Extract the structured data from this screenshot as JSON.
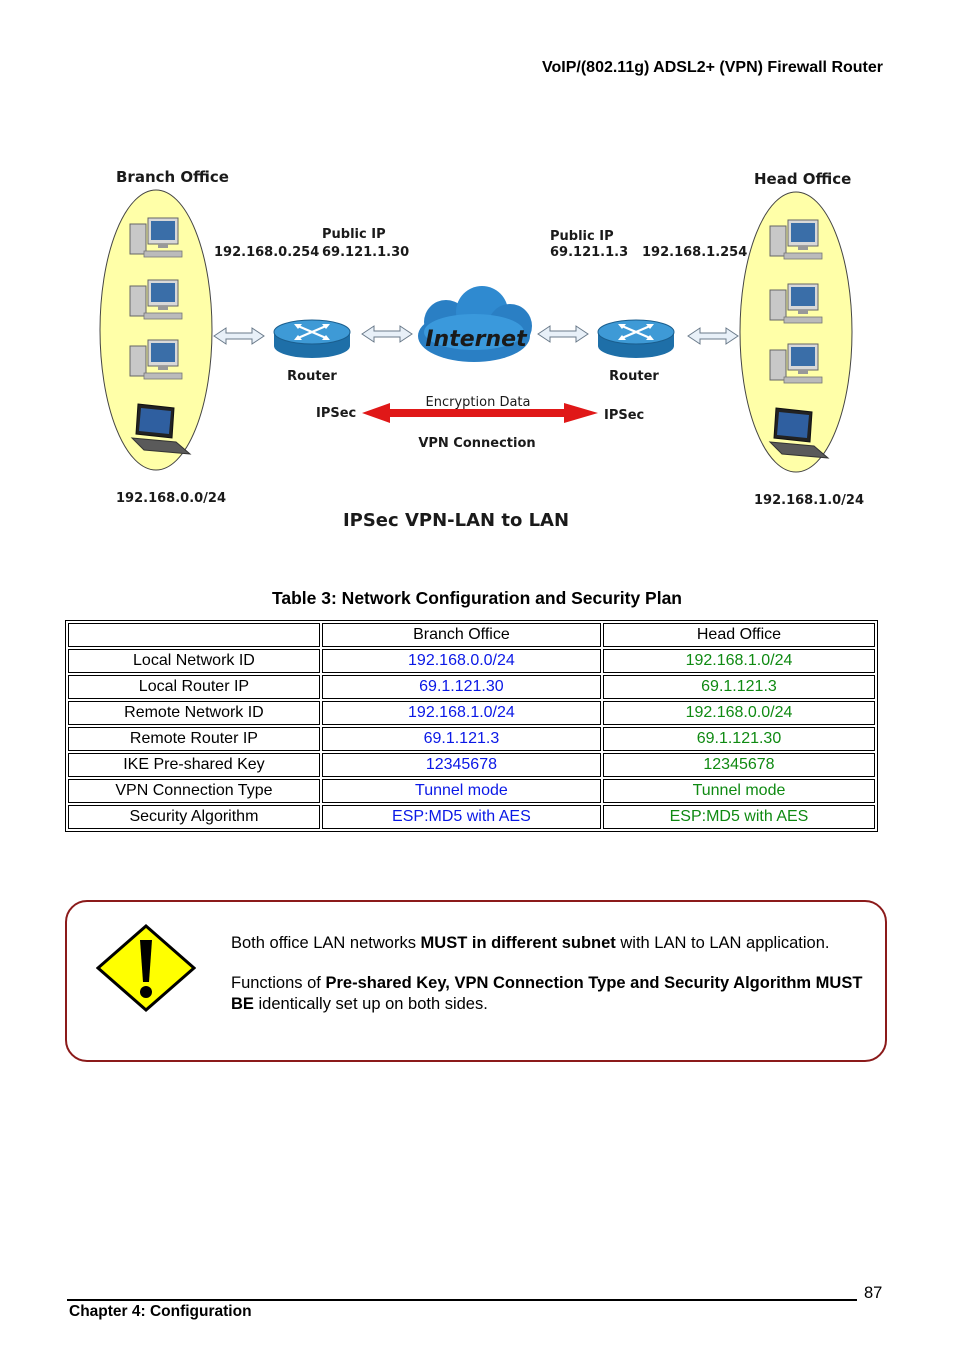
{
  "header": {
    "title": "VoIP/(802.11g) ADSL2+ (VPN) Firewall Router"
  },
  "diagram": {
    "branch_office": "Branch Office",
    "head_office": "Head Office",
    "branch_lan_ip": "192.168.0.254",
    "head_lan_ip": "192.168.1.254",
    "public_ip_label": "Public IP",
    "branch_public_ip": "69.121.1.30",
    "head_public_ip": "69.121.1.3",
    "router_label": "Router",
    "internet_label": "Internet",
    "ipsec_label": "IPSec",
    "encryption_label": "Encryption Data",
    "vpn_label": "VPN Connection",
    "branch_network": "192.168.0.0/24",
    "head_network": "192.168.1.0/24",
    "title": "IPSec VPN-LAN to LAN"
  },
  "table": {
    "caption": "Table 3: Network Configuration and Security Plan",
    "headers": [
      "",
      "Branch Office",
      "Head Office"
    ],
    "rows": [
      [
        "Local Network ID",
        "192.168.0.0/24",
        "192.168.1.0/24"
      ],
      [
        "Local Router IP",
        "69.1.121.30",
        "69.1.121.3"
      ],
      [
        "Remote Network ID",
        "192.168.1.0/24",
        "192.168.0.0/24"
      ],
      [
        "Remote Router IP",
        "69.1.121.3",
        "69.1.121.30"
      ],
      [
        "IKE Pre-shared Key",
        "12345678",
        "12345678"
      ],
      [
        "VPN Connection Type",
        "Tunnel mode",
        "Tunnel mode"
      ],
      [
        "Security Algorithm",
        "ESP:MD5 with AES",
        "ESP:MD5 with AES"
      ]
    ]
  },
  "note": {
    "p1_pre": "Both office LAN networks ",
    "p1_bold": "MUST in different subnet",
    "p1_post": " with LAN to LAN application.",
    "p2_pre": "Functions of ",
    "p2_bold": "Pre-shared Key, VPN Connection Type and Security Algorithm MUST BE",
    "p2_post": " identically set up on both sides.",
    "icon": "warning-icon"
  },
  "footer": {
    "chapter": "Chapter 4: Configuration",
    "page": "87"
  },
  "colors": {
    "branch_values": "#0a18e6",
    "head_values": "#0f8a12",
    "note_border": "#8b1a1a",
    "lan_ellipse": "#ffffa8"
  }
}
